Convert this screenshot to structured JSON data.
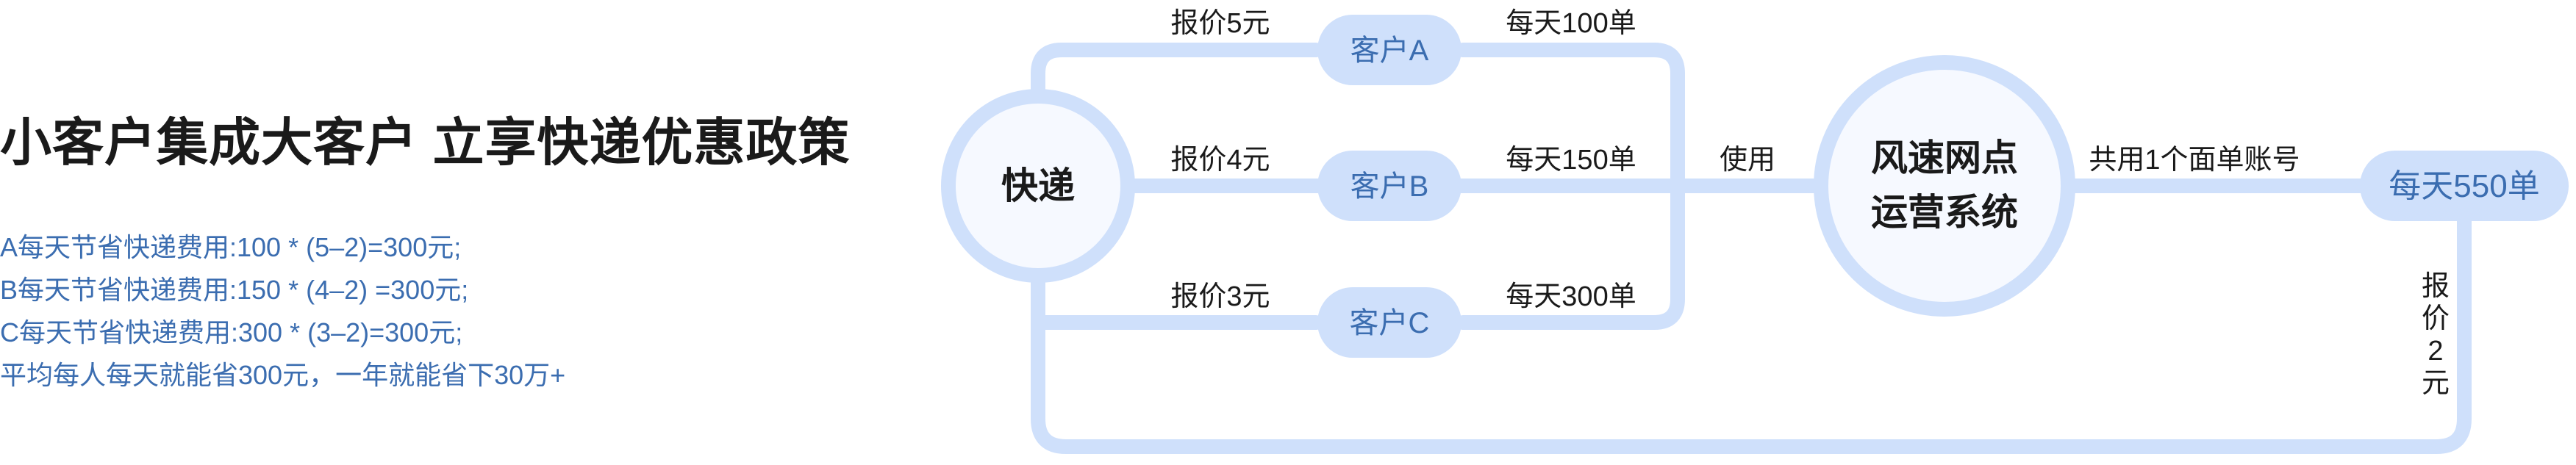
{
  "headline": "小客户集成大客户 立享快递优惠政策",
  "savings": [
    "A每天节省快递费用:100 * (5–2)=300元;",
    "B每天节省快递费用:150 * (4–2) =300元;",
    "C每天节省快递费用:300 * (3–2)=300元;",
    "平均每人每天就能省300元，一年就能省下30万+"
  ],
  "diagram": {
    "source_node": "快递",
    "customers": [
      {
        "name": "客户A",
        "quote": "报价5元",
        "daily": "每天100单"
      },
      {
        "name": "客户B",
        "quote": "报价4元",
        "daily": "每天150单"
      },
      {
        "name": "客户C",
        "quote": "报价3元",
        "daily": "每天300单"
      }
    ],
    "use_label": "使用",
    "system_node_line1": "风速网点",
    "system_node_line2": "运营系统",
    "shared_account_label": "共用1个面单账号",
    "total_node": "每天550单",
    "return_quote_chars": [
      "报",
      "价",
      "2",
      "元"
    ]
  },
  "colors": {
    "connector": "#cfe0fb",
    "node_fill": "#f6f9ff",
    "accent_text": "#3b6db0",
    "dark_text": "#1a1a1a"
  }
}
